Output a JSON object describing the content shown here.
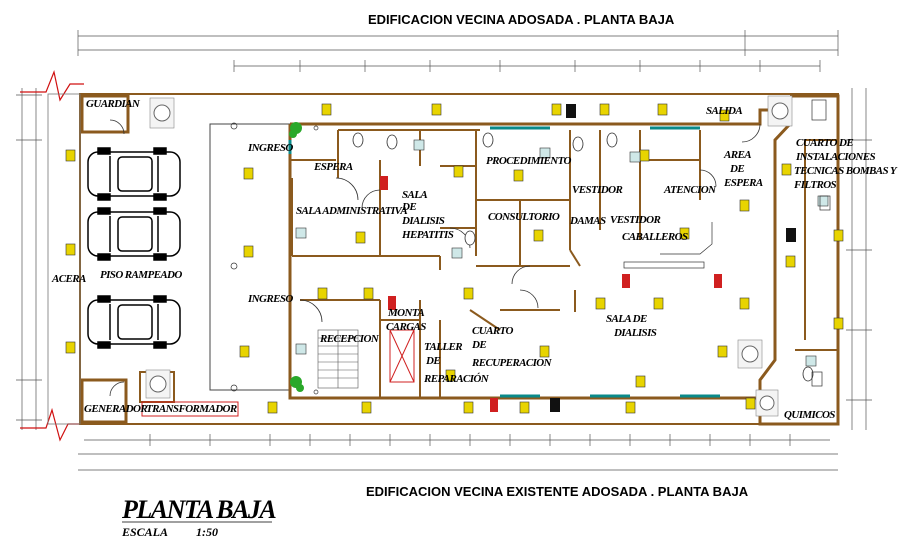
{
  "header_top": "EDIFICACION VECINA ADOSADA . PLANTA BAJA",
  "header_bottom": "EDIFICACION VECINA EXISTENTE ADOSADA . PLANTA BAJA",
  "plan_title": "PLANTA BAJA",
  "scale_label": "ESCALA",
  "scale_value": "1:50",
  "rooms": {
    "guardian": "GUARDIAN",
    "ingreso_top": "INGRESO",
    "espera": "ESPERA",
    "sala_administrativa": "SALA ADMINISTRATIVA",
    "sala_dialisis_hepatitis_1": "SALA",
    "sala_dialisis_hepatitis_2": "DE",
    "sala_dialisis_hepatitis_3": "DIALISIS",
    "sala_dialisis_hepatitis_4": "HEPATITIS",
    "procedimiento": "PROCEDIMIENTO",
    "consultorio": "CONSULTORIO",
    "vestidor_damas_1": "VESTIDOR",
    "vestidor_damas_2": "DAMAS",
    "vestidor_caballeros_1": "VESTIDOR",
    "vestidor_caballeros_2": "CABALLEROS",
    "atencion": "ATENCION",
    "salida": "SALIDA",
    "area_espera_1": "AREA",
    "area_espera_2": "DE",
    "area_espera_3": "ESPERA",
    "cuarto_inst_1": "CUARTO DE",
    "cuarto_inst_2": "INSTALACIONES",
    "cuarto_inst_3": "TECNICAS BOMBAS Y",
    "cuarto_inst_4": "FILTROS",
    "acera": "ACERA",
    "piso_rampeado": "PISO RAMPEADO",
    "ingreso_bottom": "INGRESO",
    "monta_cargas_1": "MONTA",
    "monta_cargas_2": "CARGAS",
    "recepcion": "RECEPCION",
    "taller_1": "TALLER",
    "taller_2": "DE",
    "taller_3": "REPARACIÓN",
    "cuarto_rec_1": "CUARTO",
    "cuarto_rec_2": "DE",
    "cuarto_rec_3": "RECUPERACION",
    "sala_dialisis_1": "SALA DE",
    "sala_dialisis_2": "DIALISIS",
    "generador": "GENERADOR",
    "transformador": "TRANSFORMADOR",
    "quimicos": "QUIMICOS"
  },
  "colors": {
    "wall": "#8b5a1e",
    "window": "#0a8a8a",
    "fixture": "#c8a800",
    "accent_red": "#d02020",
    "break_line": "#d01010",
    "plant_green": "#2aa82a"
  },
  "icons": [
    "light-bulb-icon",
    "camera-icon",
    "person-icon",
    "extinguisher-icon",
    "toilet-icon",
    "sink-icon",
    "car-icon"
  ]
}
